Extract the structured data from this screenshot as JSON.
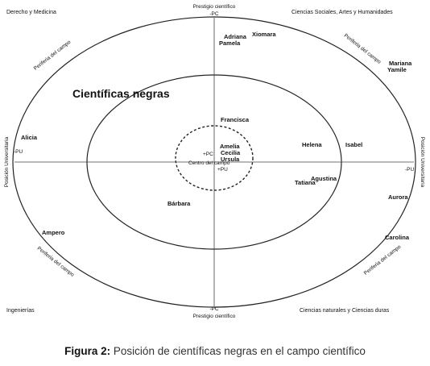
{
  "axes": {
    "top_label": "Prestigio científico",
    "top_sign": "-PC",
    "bottom_label": "Prestigio científico",
    "bottom_sign": "-PC",
    "left_label": "Posición Universitaria",
    "left_sign": "-PU",
    "right_label": "Posición Universitaria",
    "right_sign": "-PU",
    "center_label": "Centro del campo",
    "center_pc": "+PC",
    "center_pu": "+PU"
  },
  "corners": {
    "top_left": "Derecho y Medicina",
    "top_right": "Ciencias Sociales, Artes y Humanidades",
    "bottom_left": "Ingenierías",
    "bottom_right": "Ciencias naturales y Ciencias duras"
  },
  "periphery_label": "Periferia del campo",
  "group_title": "Científicas negras",
  "people": {
    "adriana": "Adriana",
    "pamela": "Pamela",
    "xiomara": "Xiomara",
    "mariana": "Mariana",
    "yamile": "Yamile",
    "francisca": "Francisca",
    "alicia": "Alicia",
    "amelia": "Amelia",
    "cecilia": "Cecilia",
    "ursula": "Ursula",
    "helena": "Helena",
    "isabel": "Isabel",
    "agustina": "Agustina",
    "tatiana": "Tatiana",
    "aurora": "Aurora",
    "barbara": "Bárbara",
    "ampero": "Ampero",
    "carolina": "Carolina"
  },
  "caption": {
    "label": "Figura 2:",
    "text": "Posición de científicas negras en el campo científico"
  }
}
